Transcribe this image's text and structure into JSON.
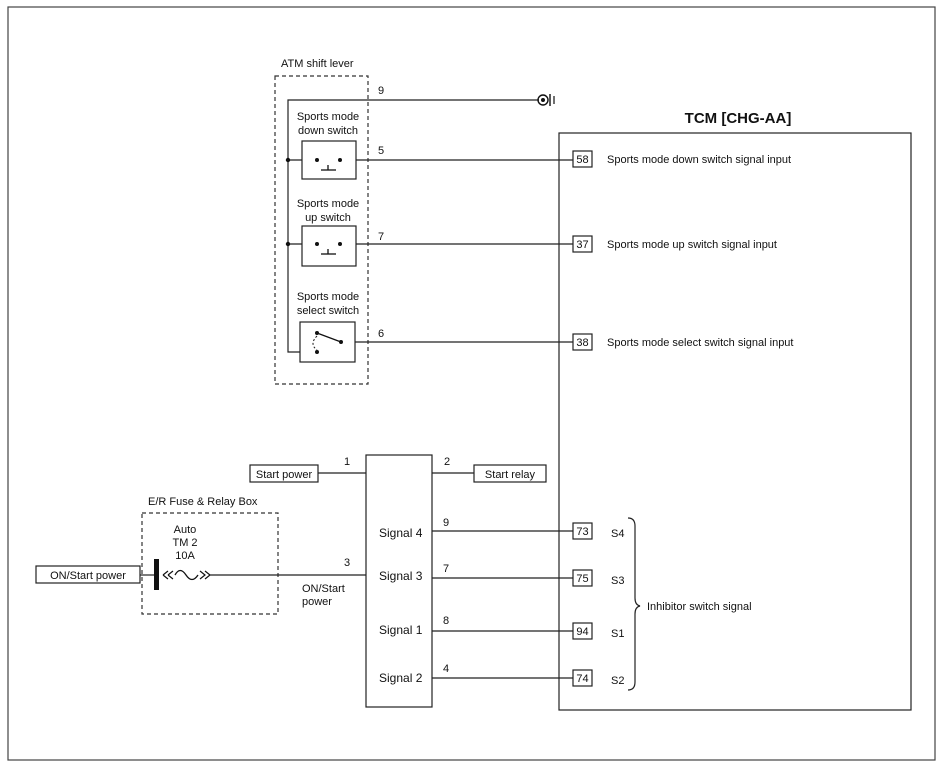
{
  "atm_shift_lever": {
    "title": "ATM shift lever",
    "down_switch": {
      "line1": "Sports mode",
      "line2": "down switch"
    },
    "up_switch": {
      "line1": "Sports mode",
      "line2": "up switch"
    },
    "select_switch": {
      "line1": "Sports mode",
      "line2": "select switch"
    },
    "pin_ground": "9",
    "pin_down": "5",
    "pin_up": "7",
    "pin_select": "6"
  },
  "tcm": {
    "title": "TCM [CHG-AA]",
    "pins": [
      {
        "pin": "58",
        "label": "Sports mode down switch signal input"
      },
      {
        "pin": "37",
        "label": "Sports mode up switch signal input"
      },
      {
        "pin": "38",
        "label": "Sports mode select switch signal input"
      },
      {
        "pin": "73",
        "label": "S4"
      },
      {
        "pin": "75",
        "label": "S3"
      },
      {
        "pin": "94",
        "label": "S1"
      },
      {
        "pin": "74",
        "label": "S2"
      }
    ],
    "inhibitor_label": "Inhibitor switch signal"
  },
  "inhibitor": {
    "signals": [
      "Signal 4",
      "Signal 3",
      "Signal 1",
      "Signal 2"
    ],
    "signal_pins": [
      "9",
      "7",
      "8",
      "4"
    ],
    "pin_start_power": "1",
    "pin_start_relay": "2",
    "pin_on_start": "3"
  },
  "start_power": "Start power",
  "start_relay": "Start relay",
  "fuse_box": {
    "title": "E/R Fuse & Relay Box",
    "line1": "Auto",
    "line2": "TM 2",
    "line3": "10A"
  },
  "on_start_power": "ON/Start power",
  "on_start_wire": {
    "line1": "ON/Start",
    "line2": "power"
  }
}
